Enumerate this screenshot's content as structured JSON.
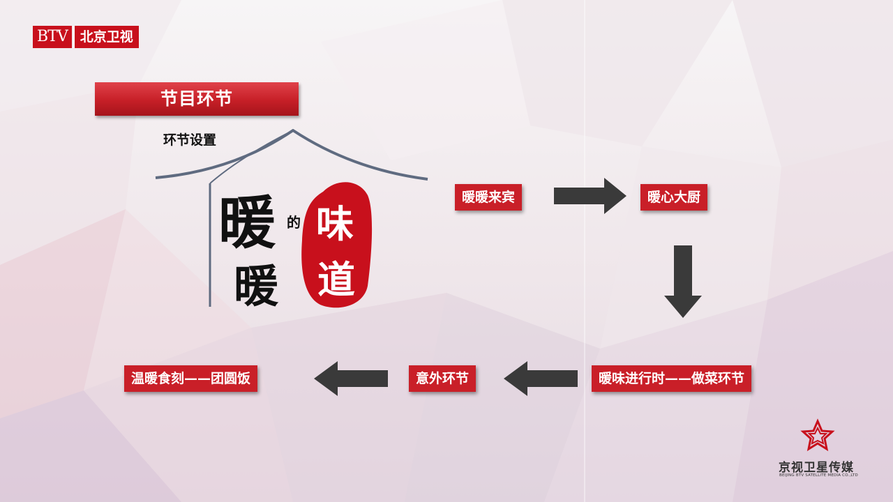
{
  "header": {
    "channel_mark": "BTV",
    "channel_name": "北京卫视"
  },
  "section": {
    "title": "节目环节",
    "subtitle": "环节设置"
  },
  "show_logo": {
    "char_1": "暖",
    "char_2": "暖",
    "char_small": "的",
    "seal_char_1": "味",
    "seal_char_2": "道"
  },
  "flow": {
    "steps": [
      "暖暖来宾",
      "暖心大厨",
      "暖味进行时——做菜环节",
      "意外环节",
      "温暖食刻——团圆饭"
    ]
  },
  "footer": {
    "company_cn": "京视卫星传媒",
    "company_en": "BEIJING BTV SATELLITE MEDIA CO.,LTD"
  },
  "colors": {
    "accent_red": "#c91f28",
    "arrow_gray": "#3a3a3a",
    "roof_gray": "#5f6b80"
  }
}
